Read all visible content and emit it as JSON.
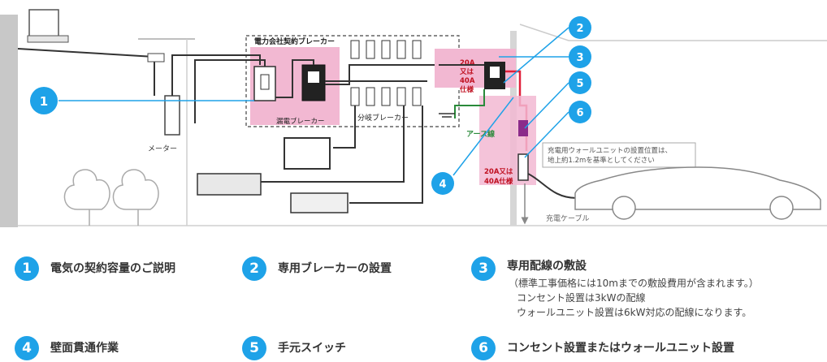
{
  "labels": {
    "breaker_contract": "電力会社契約ブレーカー",
    "breaker_leak": "漏電ブレーカー",
    "breaker_branch": "分岐ブレーカー",
    "meter": "メーター",
    "earth_wire": "アース線",
    "spec_top": [
      "20A",
      "又は",
      "40A",
      "仕様"
    ],
    "spec_bottom": [
      "20A又は",
      "40A仕様"
    ],
    "wall_note": [
      "充電用ウォールユニットの設置位置は、",
      "地上約1.2mを基準としてください"
    ],
    "cable": "充電ケーブル"
  },
  "callouts": [
    {
      "num": "1"
    },
    {
      "num": "2"
    },
    {
      "num": "3"
    },
    {
      "num": "4"
    },
    {
      "num": "5"
    },
    {
      "num": "6"
    }
  ],
  "legend": [
    {
      "num": "1",
      "title": "電気の契約容量のご説明",
      "notes": []
    },
    {
      "num": "2",
      "title": "専用ブレーカーの設置",
      "notes": []
    },
    {
      "num": "3",
      "title": "専用配線の敷設",
      "notes": [
        "（標準工事価格には10mまでの敷設費用が含まれます。）",
        "コンセント設置は3kWの配線",
        "ウォールユニット設置は6kW対応の配線になります。"
      ]
    },
    {
      "num": "4",
      "title": "壁面貫通作業",
      "notes": []
    },
    {
      "num": "5",
      "title": "手元スイッチ",
      "notes": []
    },
    {
      "num": "6",
      "title": "コンセント設置またはウォールユニット設置",
      "notes": []
    }
  ],
  "colors": {
    "accent": "#1ea2e8",
    "highlight": "#f2b8d2",
    "wire": "#333333",
    "red_wire": "#e0203a",
    "green_wire": "#2a8a3a"
  }
}
